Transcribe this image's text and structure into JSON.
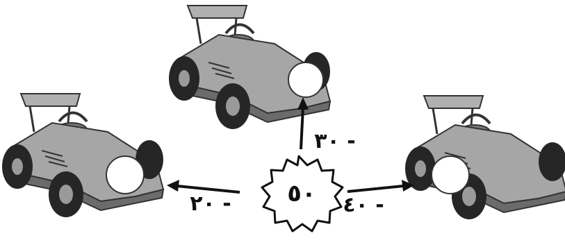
{
  "center_value": "٥٠",
  "branches": [
    {
      "id": "left",
      "label": "٢٠ -"
    },
    {
      "id": "top",
      "label": "٣٠ -"
    },
    {
      "id": "right",
      "label": "٤٠ -"
    }
  ],
  "colors": {
    "car_body": "#a6a6a6",
    "car_body_dark": "#6b6b6b",
    "tire": "#262626",
    "rim": "#9a9a9a",
    "answer_circle": "#ffffff",
    "ink": "#111111"
  },
  "icons": {
    "car": "race-car-icon",
    "star": "starburst-icon",
    "circle": "answer-circle"
  }
}
